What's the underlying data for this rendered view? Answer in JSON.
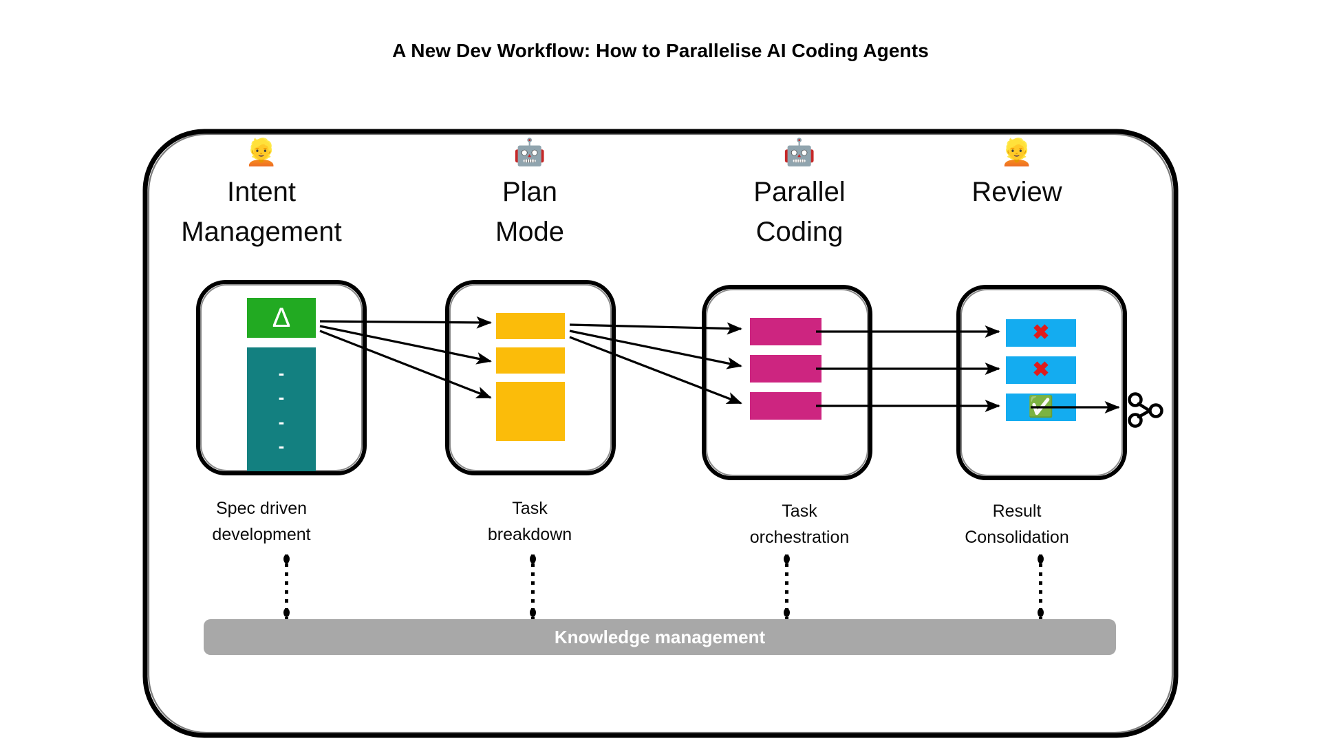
{
  "title": "A New Dev Workflow: How to Parallelise AI Coding Agents",
  "columns": [
    {
      "emoji": "👱",
      "emoji_name": "person-blond-hair-emoji",
      "title": "Intent\nManagement",
      "caption": "Spec driven\ndevelopment",
      "card": {
        "blocks": [
          {
            "kind": "green-delta",
            "glyph": "Δ",
            "color": "#22aa22"
          },
          {
            "kind": "teal-list",
            "items": [
              "-",
              "-",
              "-",
              "-"
            ],
            "color": "#138080"
          }
        ]
      }
    },
    {
      "emoji": "🤖",
      "emoji_name": "robot-emoji",
      "title": "Plan\nMode",
      "caption": "Task\nbreakdown",
      "card": {
        "blocks": [
          {
            "kind": "amber-bar",
            "color": "#fbbc0a"
          },
          {
            "kind": "amber-bar",
            "color": "#fbbc0a"
          },
          {
            "kind": "amber-bar-tall",
            "color": "#fbbc0a"
          }
        ]
      }
    },
    {
      "emoji": "🤖",
      "emoji_name": "robot-emoji",
      "title": "Parallel\nCoding",
      "caption": "Task\norchestration",
      "card": {
        "blocks": [
          {
            "kind": "pink-bar",
            "color": "#cd2580"
          },
          {
            "kind": "pink-bar",
            "color": "#cd2580"
          },
          {
            "kind": "pink-bar",
            "color": "#cd2580"
          }
        ]
      }
    },
    {
      "emoji": "👱",
      "emoji_name": "person-blond-hair-emoji",
      "title": "Review",
      "caption": "Result\nConsolidation",
      "card": {
        "blocks": [
          {
            "kind": "blue-bar",
            "color": "#14acf0",
            "mark": "✖",
            "mark_name": "red-cross-icon"
          },
          {
            "kind": "blue-bar",
            "color": "#14acf0",
            "mark": "✖",
            "mark_name": "red-cross-icon"
          },
          {
            "kind": "blue-bar",
            "color": "#14acf0",
            "mark": "✅",
            "mark_name": "green-check-icon"
          }
        ]
      }
    }
  ],
  "knowledge_bar": {
    "label": "Knowledge management",
    "color": "#a8a8a8",
    "text_color": "#ffffff"
  },
  "git_icon": {
    "name": "git-merge-icon"
  },
  "colors": {
    "green": "#22aa22",
    "teal": "#138080",
    "amber": "#fbbc0a",
    "pink": "#cd2580",
    "blue": "#14acf0",
    "red": "#e01b1b",
    "grey": "#a8a8a8",
    "ink": "#000000"
  }
}
